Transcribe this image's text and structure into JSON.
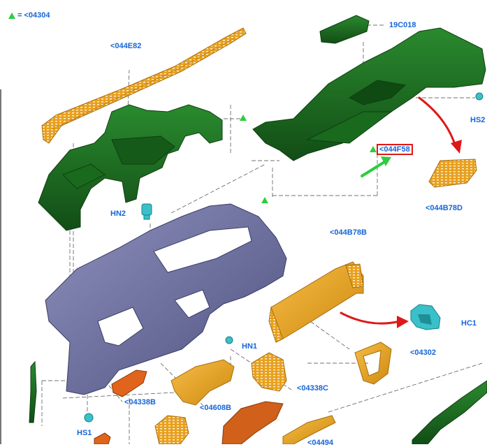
{
  "legend": {
    "marker_icon": "green-triangle-icon",
    "text": "= <04304"
  },
  "colors": {
    "label_blue": "#1565d8",
    "part_green": "#1f6e23",
    "part_orange": "#e8a020",
    "frame_purple": "#6b6e9e",
    "clip_cyan": "#3ac0c8",
    "arrow_red": "#e01818",
    "arrow_green": "#2ecc40"
  },
  "labels": {
    "p19C018": "19C018",
    "p044E82": "<044E82",
    "hs2": "HS2",
    "p044F58": "<044F58",
    "p044B78D": "<044B78D",
    "hn2": "HN2",
    "p044B78B": "<044B78B",
    "hc1": "HC1",
    "hn1": "HN1",
    "p04302": "<04302",
    "p04338C": "<04338C",
    "p04338B": "<04338B",
    "p04608B": "<04608B",
    "hs1": "HS1",
    "p04494": "<04494"
  },
  "highlight": {
    "boxed_label": "<044F58"
  }
}
